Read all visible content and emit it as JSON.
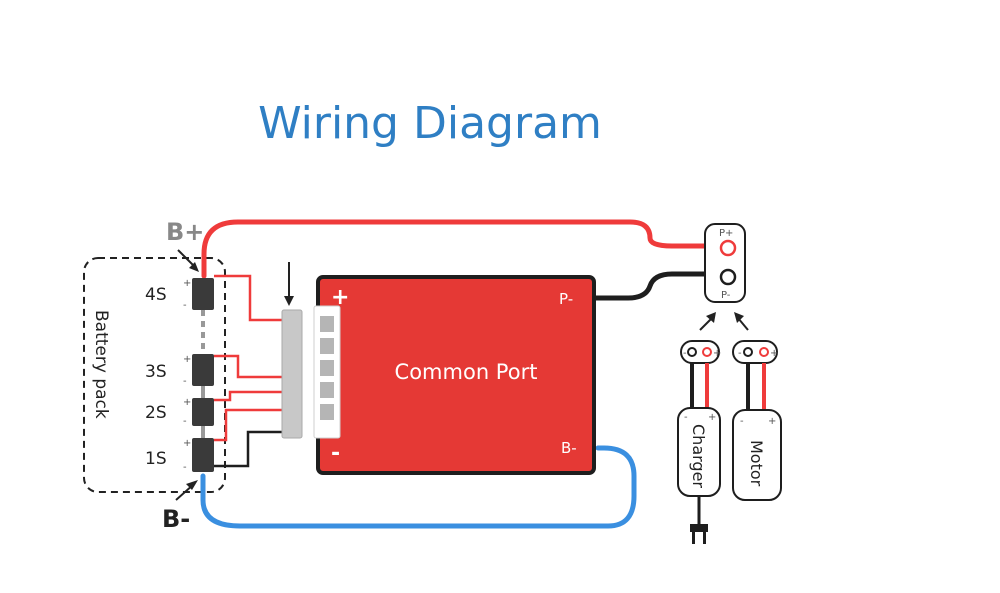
{
  "title": "Wiring Diagram",
  "battery": {
    "label": "Battery pack",
    "cells": [
      "4S",
      "3S",
      "2S",
      "1S"
    ],
    "b_plus": "B+",
    "b_minus": "B-"
  },
  "board": {
    "label": "Common Port",
    "plus": "+",
    "minus": "-",
    "p_minus": "P-",
    "b_minus": "B-"
  },
  "port": {
    "p_plus": "P+",
    "p_minus": "P-"
  },
  "devices": {
    "charger": "Charger",
    "motor": "Motor"
  },
  "colors": {
    "title": "#2f7fc4",
    "board": "#e53935",
    "positive_wire": "#ef3b3b",
    "negative_wire": "#1e1e1e",
    "b_minus_wire": "#3a8fe0",
    "balance_wire": "#ef3b3b"
  }
}
